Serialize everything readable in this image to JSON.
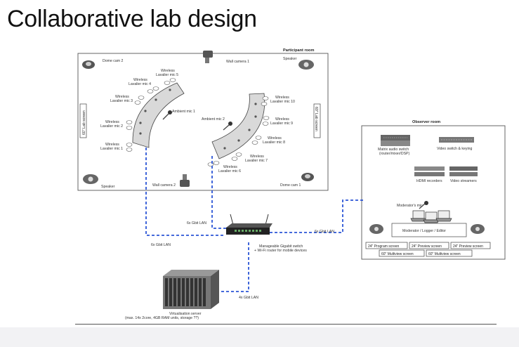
{
  "title": "Collaborative lab design",
  "rooms": {
    "participant": "Participant room",
    "observer": "Observer room"
  },
  "participant": {
    "dome_cam_2": "Dome cam 2",
    "wall_camera_1": "Wall camera 1",
    "speaker_tr": "Speaker",
    "speaker_bl": "Speaker",
    "wall_camera_2": "Wall camera 2",
    "dome_cam_1": "Dome cam 1",
    "lab_screen_left": "60\" Lab screen",
    "lab_screen_right": "60\" Lab screen",
    "ambient_mic_1": "Ambient mic 1",
    "ambient_mic_2": "Ambient mic 2",
    "mics": [
      {
        "l1": "Wireless",
        "l2": "Lavalier mic 5"
      },
      {
        "l1": "Wireless",
        "l2": "Lavalier mic 4"
      },
      {
        "l1": "Wireless",
        "l2": "Lavalier mic 3"
      },
      {
        "l1": "Wireless",
        "l2": "Lavalier mic 2"
      },
      {
        "l1": "Wireless",
        "l2": "Lavalier mic 1"
      },
      {
        "l1": "Wireless",
        "l2": "Lavalier mic 10"
      },
      {
        "l1": "Wireless",
        "l2": "Lavalier mic 9"
      },
      {
        "l1": "Wireless",
        "l2": "Lavalier mic 8"
      },
      {
        "l1": "Wireless",
        "l2": "Lavalier mic 7"
      },
      {
        "l1": "Wireless",
        "l2": "Lavalier mic 6"
      }
    ]
  },
  "observer": {
    "matrix_l1": "Matrix audio switch",
    "matrix_l2": "(router/mixer/DSP)",
    "video_switch": "Video switch & keying",
    "hdmi_recorders": "HDMI recorders",
    "video_streamers": "Video streamers",
    "moderators_mic": "Moderator's mic",
    "moderator_desk": "Moderator / Logger / Editor",
    "screens_row1": [
      "24\" Program screen",
      "24\" Preview screen",
      "24\" Preview screen"
    ],
    "screens_row2": [
      "60\" Multiview screen",
      "60\" Multiview screen"
    ]
  },
  "network": {
    "lan_left": "6x Gbit LAN",
    "lan_right": "6x Gbit LAN",
    "lan_bottom": "6x Gbit LAN",
    "lan_server": "4x Gbit LAN",
    "switch_l1": "Manageable Gigabit switch",
    "switch_l2": "+ Wi-Fi router for mobile devices",
    "server_l1": "Virtualisation server",
    "server_l2": "(max. 14x 2core, 4GB RAM units, storage ??)"
  },
  "colors": {
    "lan_line": "#2b55d6",
    "room_border": "#555555",
    "table_fill": "#d9d9d9"
  }
}
